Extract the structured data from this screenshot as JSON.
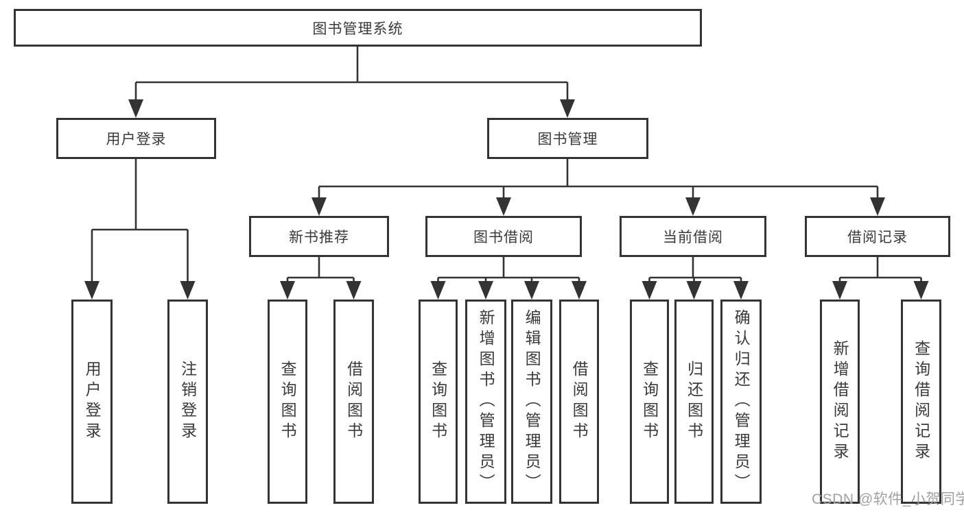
{
  "watermark": "CSDN @软件_小贺同学",
  "colors": {
    "line": "#333333",
    "text": "#3a3a3a",
    "box-bg": "#ffffff",
    "watermark": "#a0a0a0",
    "background": "#ffffff"
  },
  "tree": {
    "root": {
      "label": "图书管理系统"
    },
    "user_login": {
      "label": "用户登录",
      "children": [
        {
          "label": "用户登录"
        },
        {
          "label": "注销登录"
        }
      ]
    },
    "book_management": {
      "label": "图书管理",
      "groups": [
        {
          "label": "新书推荐",
          "children": [
            {
              "label": "查询图书"
            },
            {
              "label": "借阅图书"
            }
          ]
        },
        {
          "label": "图书借阅",
          "children": [
            {
              "label": "查询图书"
            },
            {
              "label": "新增图书（管理员）"
            },
            {
              "label": "编辑图书（管理员）"
            },
            {
              "label": "借阅图书"
            }
          ]
        },
        {
          "label": "当前借阅",
          "children": [
            {
              "label": "查询图书"
            },
            {
              "label": "归还图书"
            },
            {
              "label": "确认归还（管理员）"
            }
          ]
        },
        {
          "label": "借阅记录",
          "children": [
            {
              "label": "新增借阅记录"
            },
            {
              "label": "查询借阅记录"
            }
          ]
        }
      ]
    }
  }
}
